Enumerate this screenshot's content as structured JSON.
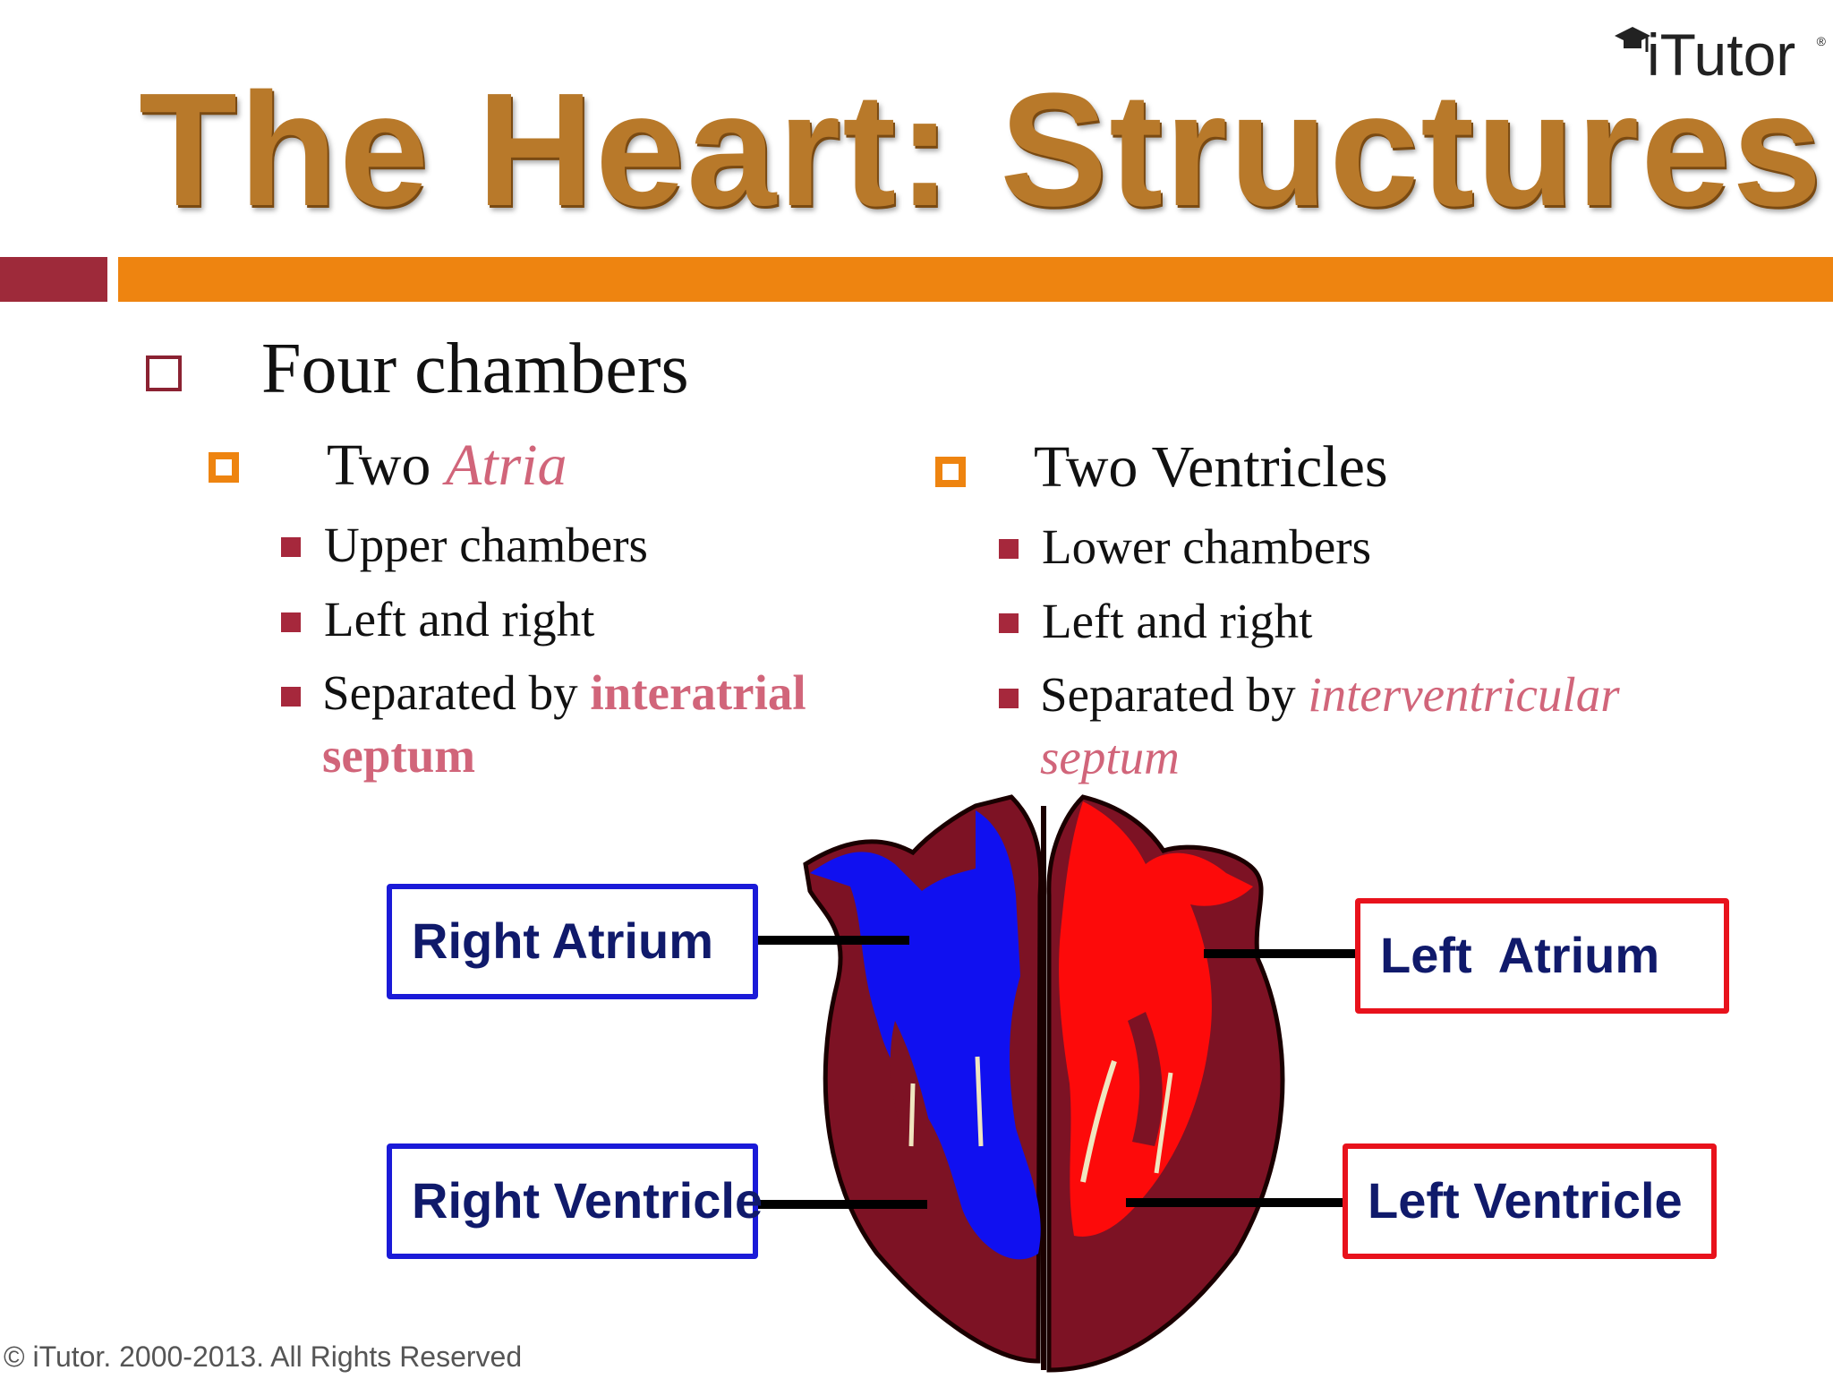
{
  "title": "The Heart: Structures",
  "logo": {
    "text": "iTutor",
    "reg": "®"
  },
  "main": {
    "bullet1": "Four chambers",
    "atria": {
      "prefix": "Two ",
      "highlight": "Atria",
      "items": [
        "Upper chambers",
        "Left and right"
      ],
      "sep_prefix": "Separated by ",
      "sep_highlight_1": "interatrial",
      "sep_highlight_2": "septum"
    },
    "ventricles": {
      "heading": "Two Ventricles",
      "items": [
        "Lower chambers",
        "Left and right"
      ],
      "sep_prefix": "Separated by ",
      "sep_highlight_1": "interventricular",
      "sep_highlight_2": "septum"
    }
  },
  "diagram": {
    "labels": {
      "right_atrium": "Right Atrium",
      "right_ventricle": "Right Ventricle",
      "left_atrium": "Left  Atrium",
      "left_ventricle": "Left Ventricle"
    }
  },
  "footer": "© iTutor. 2000-2013. All Rights Reserved",
  "colors": {
    "title": "#b8792a",
    "accent_orange": "#ee8410",
    "accent_red": "#9e2a3a",
    "highlight_pink": "#d1657a",
    "blue_box": "#1a1ad8",
    "red_box": "#e8121c"
  }
}
